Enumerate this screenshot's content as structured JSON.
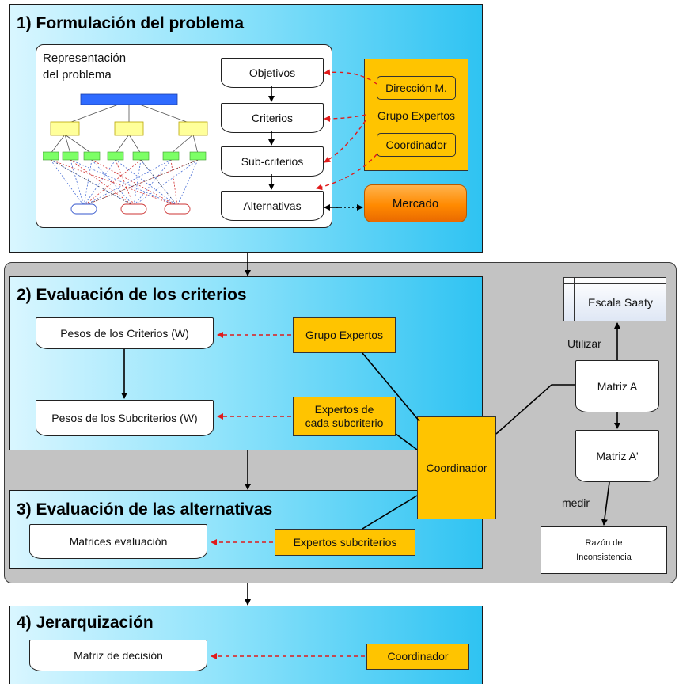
{
  "colors": {
    "panel_blue": "#2fc3f2",
    "yellow": "#ffc400",
    "orange": "#ff8a00",
    "gray_group": "#c3c3c3",
    "red_dashed_arrow": "#e01b1b"
  },
  "section1": {
    "title": "1) Formulación del problema",
    "representation_label_line1": "Representación",
    "representation_label_line2": "del problema",
    "chain": [
      "Objetivos",
      "Criterios",
      "Sub-criterios",
      "Alternativas"
    ],
    "actors": [
      "Dirección M.",
      "Grupo Expertos",
      "Coordinador"
    ],
    "market": "Mercado"
  },
  "section2": {
    "title": "2) Evaluación de los criterios",
    "weights_criteria": "Pesos de los Criterios (W)",
    "weights_subcriteria": "Pesos de los Subcriterios (W)",
    "actor_group": "Grupo Expertos",
    "actor_experts_line1": "Expertos de",
    "actor_experts_line2": "cada subcriterio"
  },
  "coordinator": "Coordinador",
  "saaty": {
    "scale": "Escala Saaty",
    "use_label": "Utilizar",
    "matrix_a": "Matriz A",
    "matrix_a_prime": "Matriz A'",
    "measure_label": "medir",
    "ratio_line1": "Razón de",
    "ratio_line2": "Inconsistencia"
  },
  "section3": {
    "title": "3) Evaluación de las alternativas",
    "matrices": "Matrices evaluación",
    "actor": "Expertos subcriterios"
  },
  "section4": {
    "title": "4) Jerarquización",
    "matrix": "Matriz de decisión",
    "actor": "Coordinador"
  }
}
